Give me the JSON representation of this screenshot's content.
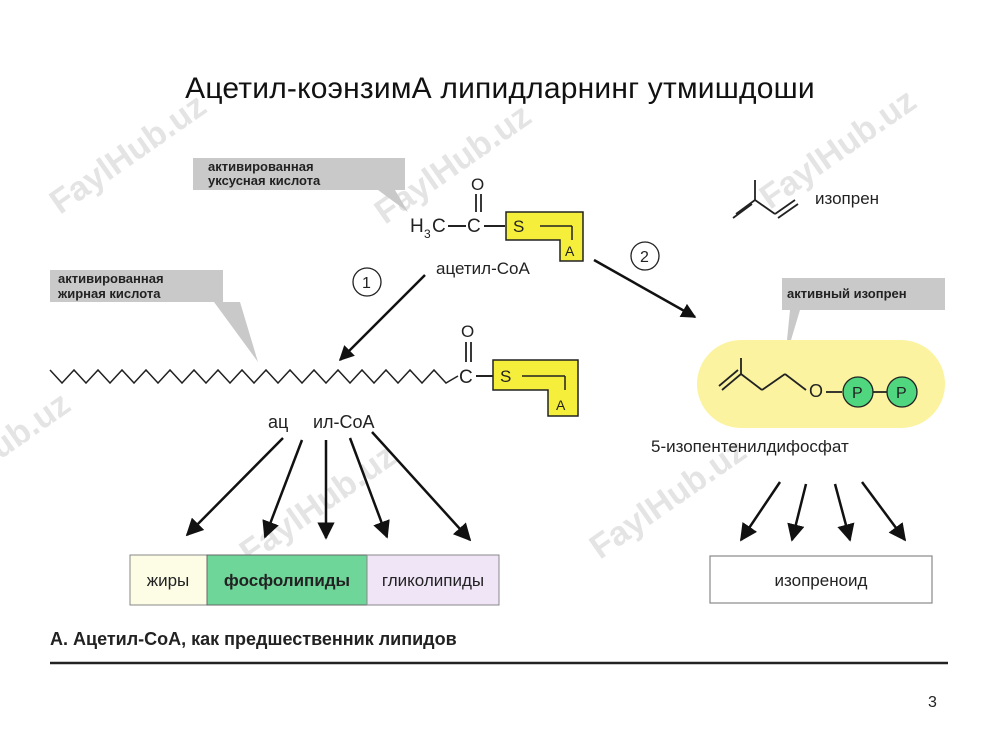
{
  "slide": {
    "title": "Ацетил-коэнзимА липидларнинг утмишдоши",
    "page_number": "3",
    "watermark": "FaylHub.uz",
    "watermark_secondary": "ub.uz"
  },
  "diagram": {
    "acetic_callout": [
      "активированная",
      "уксусная кислота"
    ],
    "acetyl_formula": {
      "h": "H",
      "sub": "3",
      "c1": "C",
      "c2": "C",
      "o": "O"
    },
    "acetyl_coa_label": "ацетил-CoA",
    "coa_s": "S",
    "coa_a": "A",
    "step1": "1",
    "step2": "2",
    "fatty_callout": [
      "активированная",
      "жирная кислота"
    ],
    "acyl_c": "C",
    "acyl_o": "O",
    "acyl_coa_label": [
      "ац",
      "ил-CoA"
    ],
    "isoprene_label": "изопрен",
    "active_isoprene_callout": "активный изопрен",
    "ipp_o": "O",
    "ipp_p": "P",
    "ipp_label": "5-изопентенилдифосфат",
    "lipid_boxes": [
      {
        "label": "жиры",
        "color": "#fdfde6"
      },
      {
        "label": "фосфолипиды",
        "color": "#6fd69a"
      },
      {
        "label": "гликолипиды",
        "color": "#f0e4f7"
      }
    ],
    "isoprenoid_label": "изопреноид",
    "caption": "А. Ацетил-CoA, как предшественник липидов",
    "colors": {
      "coa_box": "#f5ee3a",
      "ipp_glow": "#fbf3a0",
      "phosphate": "#4fd67e"
    }
  }
}
